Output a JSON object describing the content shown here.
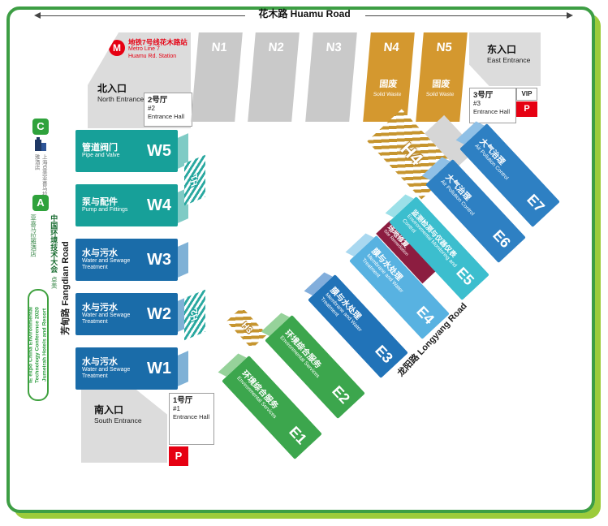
{
  "roads": {
    "top": "花木路  Huamu Road",
    "left": "芳甸路  Fangdian Road",
    "diagonal": "龙阳路  Longyang Road"
  },
  "metro": {
    "logo": "M",
    "station_zh": "地铁7号线花木路站",
    "line_en": "Metro Line 7",
    "station_en": "Huamu Rd. Station"
  },
  "entrances": {
    "north": {
      "zh": "北入口",
      "en": "North Entrance"
    },
    "east": {
      "zh": "东入口",
      "en": "East Entrance"
    },
    "south": {
      "zh": "南入口",
      "en": "South Entrance"
    }
  },
  "entrance_halls": {
    "no1": {
      "zh": "1号厅",
      "num": "#1",
      "en": "Entrance Hall"
    },
    "no2": {
      "zh": "2号厅",
      "num": "#2",
      "en": "Entrance Hall"
    },
    "no3": {
      "zh": "3号厅",
      "num": "#3",
      "en": "Entrance Hall"
    }
  },
  "vip": {
    "label": "VIP",
    "parking": "P"
  },
  "parking_label": "P",
  "halls": {
    "n1": {
      "id": "N1"
    },
    "n2": {
      "id": "N2"
    },
    "n3": {
      "id": "N3"
    },
    "n4": {
      "id": "N4",
      "zh": "固废",
      "en": "Solid Waste"
    },
    "n5": {
      "id": "N5",
      "zh": "固废",
      "en": "Solid Waste"
    },
    "w5": {
      "id": "W5",
      "zh": "管道阀门",
      "en": "Pipe and Valve"
    },
    "w4": {
      "id": "W4",
      "zh": "泵与配件",
      "en": "Pump and Fittings"
    },
    "w3": {
      "id": "W3",
      "zh": "水与污水",
      "en": "Water and Sewage Treatment"
    },
    "w2": {
      "id": "W2",
      "zh": "水与污水",
      "en": "Water and Sewage Treatment"
    },
    "w1": {
      "id": "W1",
      "zh": "水与污水",
      "en": "Water and Sewage Treatment"
    },
    "e1": {
      "id": "E1",
      "zh": "环境综合服务",
      "en": "Environmental Services"
    },
    "e2": {
      "id": "E2",
      "zh": "环境综合服务",
      "en": "Environmental Services"
    },
    "e3": {
      "id": "E3",
      "zh": "膜与水处理",
      "en": "Membrane and Water Treatment"
    },
    "e4": {
      "id": "E4",
      "zh": "膜与水处理",
      "en": "Membrane and Water Treatment"
    },
    "e5": {
      "id": "E5",
      "zh": "监测检测与仪器仪表",
      "en": "Environmental Monitoring and Control"
    },
    "e6": {
      "id": "E6",
      "zh": "大气治理",
      "en": "Air Pollution Control"
    },
    "e7": {
      "id": "E7",
      "zh": "大气治理",
      "en": "Air Pollution Control"
    },
    "h1": "H1",
    "h2": "H2",
    "h3": "H3",
    "h4": "H4"
  },
  "ribbon": {
    "zh": "场地修复",
    "en": "Site Remediation"
  },
  "sidebar": {
    "c_badge": "C",
    "hotel_zh": "上海卓美亚喜马拉雅酒店",
    "a_badge": "A",
    "conf_zh": "中国环境技术大会",
    "conf_venue_zh": "卓美亚喜马拉雅酒店",
    "pill_lines": [
      "IE expo China Environmental",
      "Technology Conference 2020",
      "Jumeirah Hotels and Resort"
    ]
  },
  "colors": {
    "frame_green": "#3D9E44",
    "frame_light_green": "#9CCB3B",
    "teal": "#17A099",
    "water_blue": "#1A6CA9",
    "green": "#3CA64D",
    "membrane_blue": "#2173B8",
    "light_blue": "#58B2E1",
    "cyan": "#3CBECE",
    "air_blue": "#2E80C3",
    "maroon": "#8C1D40",
    "solid_waste_gold": "#D4982F",
    "hall_gray": "#C9C9C9",
    "metro_red": "#E60012"
  }
}
